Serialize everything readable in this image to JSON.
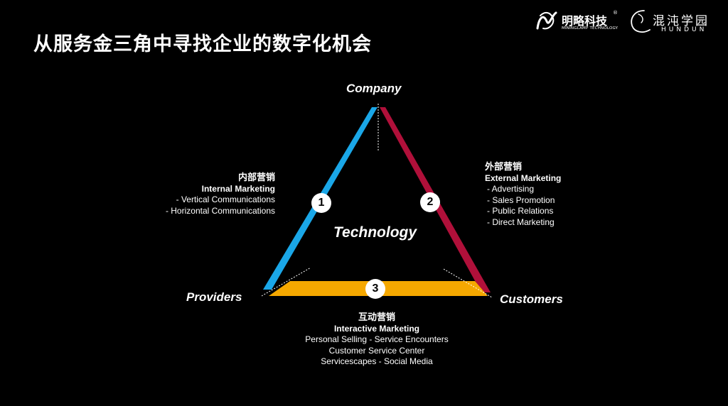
{
  "title": "从服务金三角中寻找企业的数字化机会",
  "logos": {
    "minglue": {
      "name": "明略科技",
      "registered": "®",
      "subtitle": "MININGLAMP TECHNOLOGY"
    },
    "hundun": {
      "name": "混沌学园",
      "subtitle": "HUNDUN"
    }
  },
  "triangle": {
    "vertices": {
      "top": "Company",
      "left": "Providers",
      "right": "Customers"
    },
    "center": "Technology",
    "edge_colors": {
      "internal": "#1aa7e8",
      "external": "#b0103a",
      "interactive": "#f5a800"
    }
  },
  "badges": [
    "1",
    "2",
    "3"
  ],
  "internal": {
    "title_cn": "内部营销",
    "title_en": "Internal Marketing",
    "items": [
      "- Vertical Communications",
      "- Horizontal Communications"
    ]
  },
  "external": {
    "title_cn": "外部营销",
    "title_en": "External Marketing",
    "items": [
      "- Advertising",
      "- Sales Promotion",
      "- Public Relations",
      "- Direct Marketing"
    ]
  },
  "interactive": {
    "title_cn": "互动营销",
    "title_en": "Interactive Marketing",
    "items": [
      "Personal Selling - Service Encounters",
      "Customer Service Center",
      "Servicescapes - Social Media"
    ]
  }
}
